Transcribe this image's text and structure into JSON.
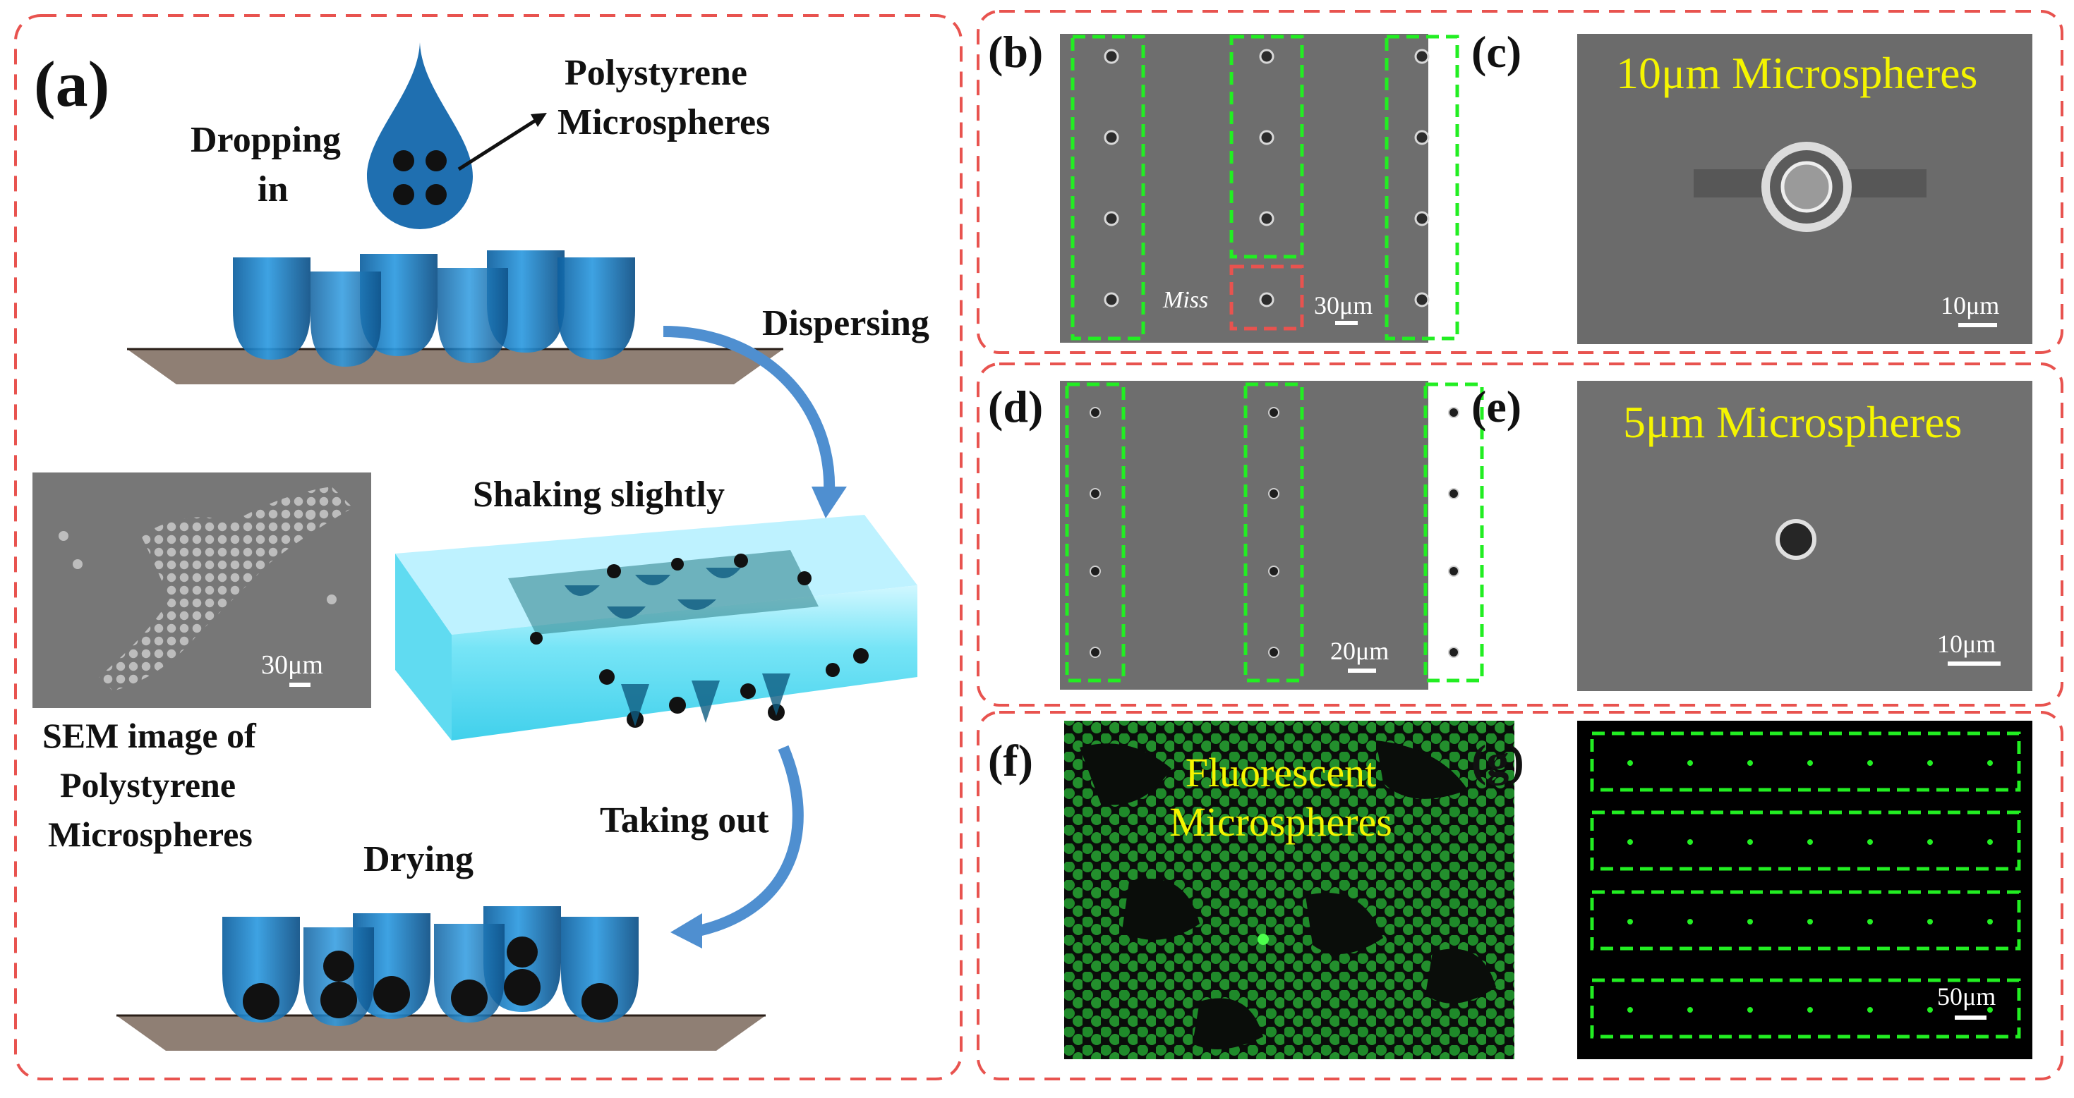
{
  "panels": {
    "a": {
      "label": "(a)",
      "dropping": [
        "Dropping",
        "in"
      ],
      "polystyrene": [
        "Polystyrene",
        "Microspheres"
      ],
      "dispersing": "Dispersing",
      "shaking": "Shaking slightly",
      "taking_out": "Taking out",
      "drying": "Drying",
      "sem_caption": [
        "SEM image of",
        "Polystyrene",
        "Microspheres"
      ],
      "sem_scale": "30μm"
    },
    "b": {
      "label": "(b)",
      "miss": "Miss",
      "scale": "30μm"
    },
    "c": {
      "label": "(c)",
      "title": "10μm Microspheres",
      "scale": "10μm"
    },
    "d": {
      "label": "(d)",
      "scale": "20μm"
    },
    "e": {
      "label": "(e)",
      "title": "5μm Microspheres",
      "scale": "10μm"
    },
    "f": {
      "label": "(f)",
      "title": [
        "Fluorescent",
        "Microspheres"
      ]
    },
    "g": {
      "label": "(g)",
      "scale": "50μm"
    }
  },
  "colors": {
    "frame_dashed": "#e8534f",
    "green_box": "#22ee22",
    "yellow_text": "#f5f500",
    "cup_blue": "#1f7fc0",
    "arrow_blue": "#4f8fd0",
    "gel_cyan": "#3ad8f0"
  }
}
